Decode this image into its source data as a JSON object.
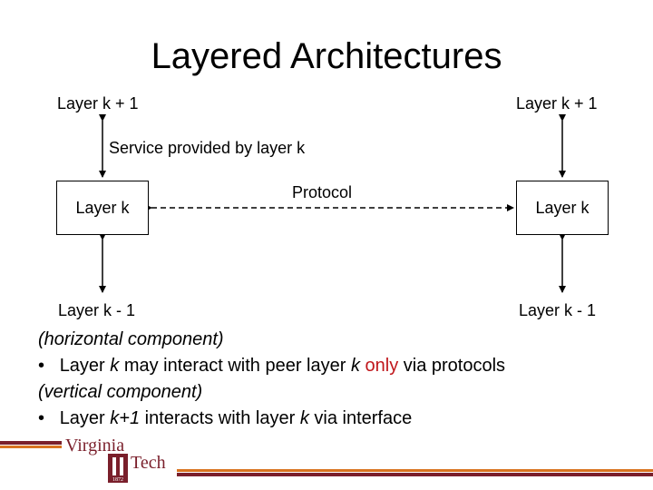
{
  "slide": {
    "title": "Layered Architectures",
    "diagram": {
      "left_top": "Layer k + 1",
      "right_top": "Layer k + 1",
      "service": "Service provided by layer k",
      "protocol": "Protocol",
      "left_box": "Layer k",
      "right_box": "Layer k",
      "left_bottom": "Layer k - 1",
      "right_bottom": "Layer k - 1"
    },
    "notes": {
      "h_heading": "(horizontal component)",
      "bullet1": {
        "pre": "Layer ",
        "k": "k",
        "mid": " may interact with peer layer ",
        "k2": "k",
        "sp": " ",
        "only": "only",
        "post": " via protocols"
      },
      "v_heading": "(vertical component)",
      "bullet2": {
        "pre": "Layer ",
        "kk": "k+1",
        "mid": " interacts with layer ",
        "k": "k",
        "post": " via interface"
      },
      "bullet_char": "•"
    },
    "logo": {
      "word1": "Virginia",
      "word2": "Tech",
      "year": "1872"
    },
    "colors": {
      "accent": "#c0161b",
      "maroon": "#7a1f2b",
      "orange": "#d9731f"
    }
  }
}
